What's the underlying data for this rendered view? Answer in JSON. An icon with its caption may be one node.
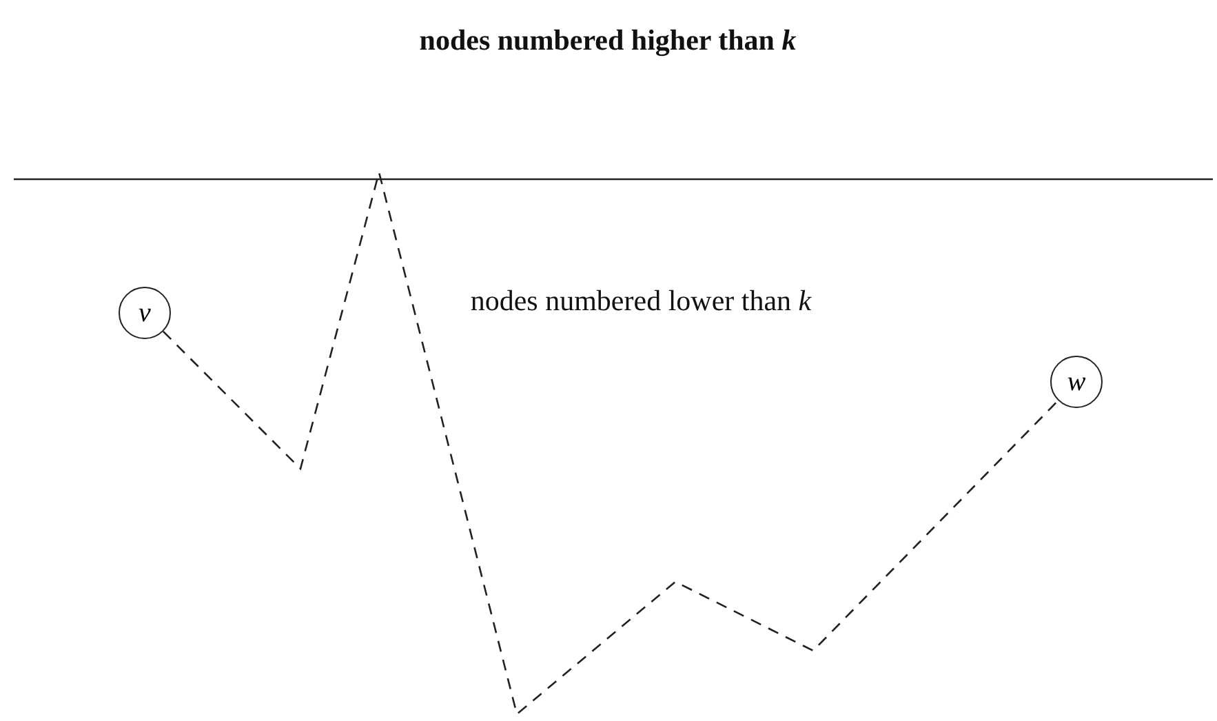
{
  "diagram": {
    "nodes": [
      {
        "text": [
          "*v*"
        ]
      },
      {
        "text": [
          "*w*"
        ]
      }
    ],
    "edges": [
      {
        "from": 0,
        "to": 1,
        "arrow": "none",
        "style": "dashed"
      }
    ],
    "labels": [
      "nodes numbered higher than *k*",
      "nodes numbered lower than *k*"
    ]
  }
}
